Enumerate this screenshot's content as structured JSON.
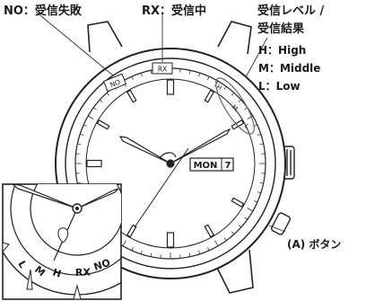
{
  "labels": {
    "no_label": "NO：受信失敗",
    "rx_label": "RX：受信中",
    "level_title_1": "受信レベル /",
    "level_title_2": "受信結果",
    "level_h": "H：High",
    "level_m": "M：Middle",
    "level_l": "L：Low",
    "button_label": "(A) ボタン"
  },
  "dial": {
    "rx_mark": "RX",
    "no_mark": "NO",
    "h_mark": "H",
    "m_mark": "M",
    "l_mark": "L",
    "day_window": "MON",
    "date_window": "7"
  },
  "inset": {
    "l_mark": "L",
    "m_mark": "M",
    "h_mark": "H",
    "rx_mark": "RX",
    "no_mark": "NO"
  }
}
